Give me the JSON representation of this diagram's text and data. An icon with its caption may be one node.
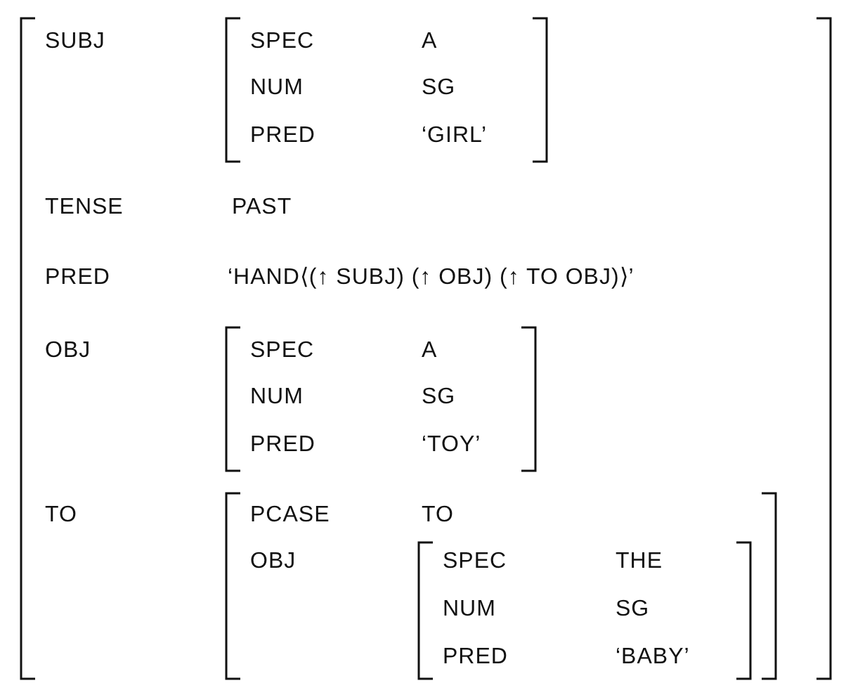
{
  "diagram": {
    "nodes": [
      {
        "text": [
          "SUBJ",
          "TENSE",
          "PAST",
          "PRED",
          "‘HAND⟨(↑ SUBJ) (↑ OBJ) (↑ TO OBJ)⟩’",
          "OBJ",
          "TO"
        ]
      },
      {
        "text": [
          "SPEC",
          "A",
          "NUM",
          "SG",
          "PRED",
          "‘GIRL’"
        ],
        "in": 0
      },
      {
        "text": [
          "SPEC",
          "A",
          "NUM",
          "SG",
          "PRED",
          "‘TOY’"
        ],
        "in": 0
      },
      {
        "text": [
          "PCASE",
          "TO",
          "OBJ"
        ],
        "in": 0
      },
      {
        "text": [
          "SPEC",
          "THE",
          "NUM",
          "SG",
          "PRED",
          "‘BABY’"
        ],
        "in": 3
      }
    ]
  }
}
